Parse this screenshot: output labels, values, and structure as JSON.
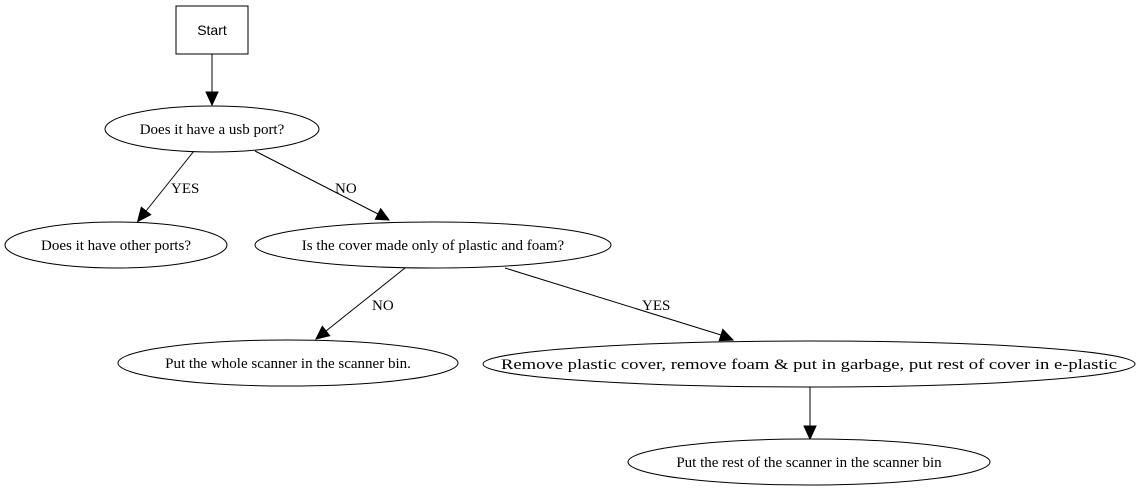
{
  "nodes": {
    "start": "Start",
    "usb_port": "Does it have a usb port?",
    "other_ports": "Does it have other ports?",
    "cover_material": "Is the cover made only of plastic and foam?",
    "whole_scanner_bin": "Put the whole scanner in the scanner bin.",
    "remove_cover": "Remove plastic cover, remove foam & put in garbage, put rest of cover in e-plastic",
    "rest_scanner_bin": "Put the rest of the scanner in the scanner bin"
  },
  "edges": {
    "usb_yes": "YES",
    "usb_no": "NO",
    "cover_no": "NO",
    "cover_yes": "YES"
  }
}
